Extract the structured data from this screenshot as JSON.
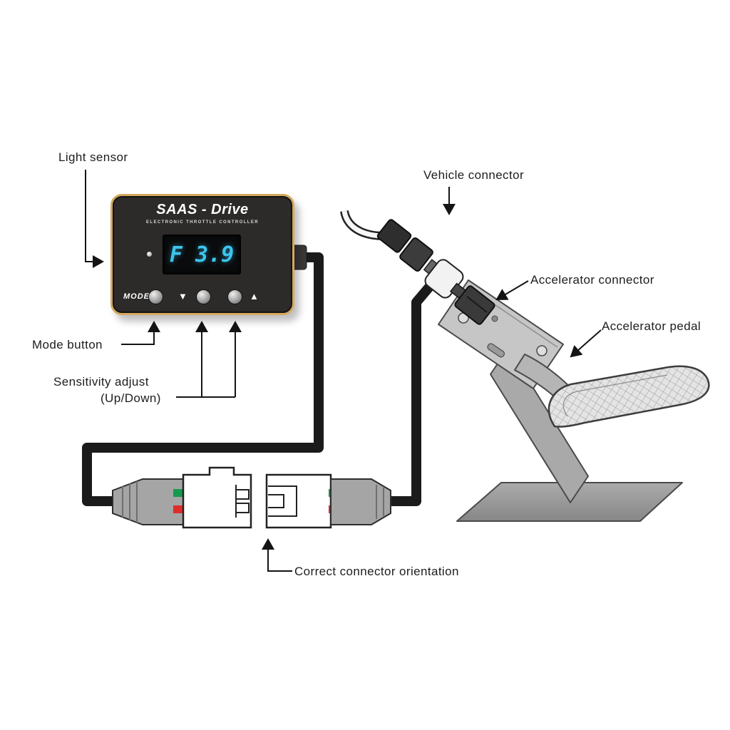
{
  "labels": {
    "light_sensor": "Light sensor",
    "vehicle_connector": "Vehicle connector",
    "accelerator_connector": "Accelerator connector",
    "accelerator_pedal": "Accelerator pedal",
    "mode_button": "Mode button",
    "sensitivity_adjust": "Sensitivity adjust",
    "sensitivity_adjust_sub": "(Up/Down)",
    "connector_orientation": "Correct connector orientation"
  },
  "device": {
    "brand": "SAAS",
    "brand_suffix": " - Drive",
    "subtitle": "ELECTRONIC THROTTLE CONTROLLER",
    "display_value": "F 3.9",
    "mode_label": "MODE",
    "down_arrow": "▼",
    "up_arrow": "▲"
  },
  "colors": {
    "display_text": "#3cc5f0",
    "device_body": "#2d2b29",
    "device_frame": "#d4a95f",
    "cable": "#1b1b1b",
    "wire_green": "#149a4e",
    "wire_red": "#e02b2b"
  }
}
